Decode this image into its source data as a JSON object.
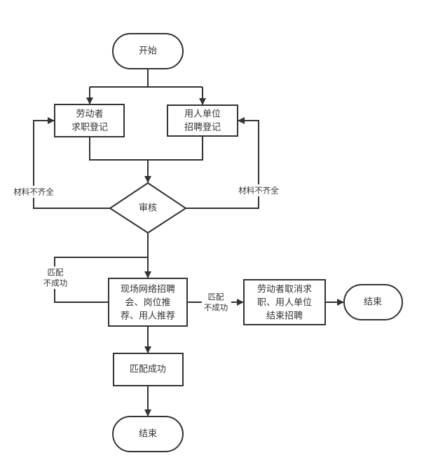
{
  "nodes": {
    "start": "开始",
    "worker_register": [
      "劳动者",
      "求职登记"
    ],
    "employer_register": [
      "用人单位",
      "招聘登记"
    ],
    "review": "审核",
    "matching": [
      "现场网络招聘",
      "会、岗位推",
      "荐、用人推荐"
    ],
    "cancel": [
      "劳动者取消求",
      "职、用人单位",
      "结束招聘"
    ],
    "end_right": "结束",
    "match_success": "匹配成功",
    "end_bottom": "结束"
  },
  "edge_labels": {
    "incomplete_left": "材料不齐全",
    "incomplete_right": "材料不齐全",
    "match_fail_loop": [
      "匹配",
      "不成功"
    ],
    "match_fail_right": [
      "匹配",
      "不成功"
    ]
  },
  "colors": {
    "stroke": "#333333",
    "background": "#ffffff"
  }
}
